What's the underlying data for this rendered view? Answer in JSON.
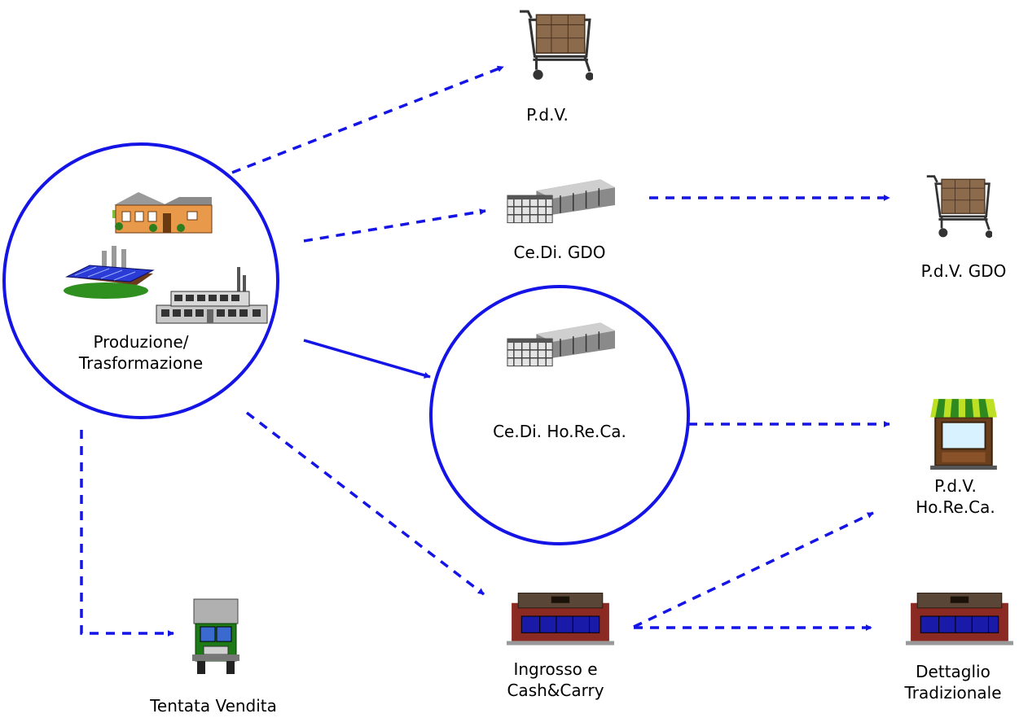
{
  "colors": {
    "flow": "#1414e6"
  },
  "nodes": {
    "produzione": {
      "label_line1": "Produzione/",
      "label_line2": "Trasformazione",
      "icons": [
        "farmhouse-icon",
        "factory-icon",
        "factory-icon"
      ]
    },
    "pdv": {
      "label": "P.d.V.",
      "icon": "shopping-cart-icon"
    },
    "cedi_gdo": {
      "label": "Ce.Di. GDO",
      "icon": "warehouse-icon"
    },
    "pdv_gdo": {
      "label": "P.d.V. GDO",
      "icon": "shopping-cart-icon"
    },
    "cedi_horeca": {
      "label": "Ce.Di. Ho.Re.Ca.",
      "icon": "warehouse-icon"
    },
    "pdv_horeca": {
      "label_line1": "P.d.V.",
      "label_line2": "Ho.Re.Ca.",
      "icon": "shop-awning-icon"
    },
    "tentata": {
      "label": "Tentata Vendita",
      "icon": "truck-icon"
    },
    "ingrosso": {
      "label_line1": "Ingrosso e",
      "label_line2": "Cash&Carry",
      "icon": "storefront-icon"
    },
    "dettaglio": {
      "label_line1": "Dettaglio",
      "label_line2": "Tradizionale",
      "icon": "storefront-icon"
    }
  },
  "edges": [
    {
      "from": "produzione",
      "to": "pdv",
      "style": "dashed"
    },
    {
      "from": "produzione",
      "to": "cedi_gdo",
      "style": "dashed"
    },
    {
      "from": "cedi_gdo",
      "to": "pdv_gdo",
      "style": "dashed"
    },
    {
      "from": "produzione",
      "to": "cedi_horeca",
      "style": "solid"
    },
    {
      "from": "cedi_horeca",
      "to": "pdv_horeca",
      "style": "dashed"
    },
    {
      "from": "produzione",
      "to": "ingrosso",
      "style": "dashed"
    },
    {
      "from": "produzione",
      "to": "tentata",
      "style": "dashed"
    },
    {
      "from": "ingrosso",
      "to": "pdv_horeca",
      "style": "dashed"
    },
    {
      "from": "ingrosso",
      "to": "dettaglio",
      "style": "dashed"
    }
  ]
}
